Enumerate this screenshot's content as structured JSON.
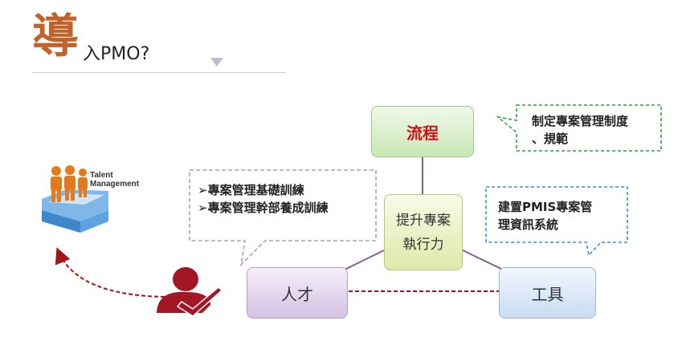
{
  "title": {
    "big_char": "導",
    "rest": "入PMO?"
  },
  "diagram": {
    "process": "流程",
    "center_line1": "提升專案",
    "center_line2": "執行力",
    "people": "人才",
    "tool": "工具"
  },
  "callouts": {
    "process": [
      "制定專案管理制度",
      "、規範"
    ],
    "people": [
      "➢專案管理基礎訓練",
      "➢專案管理幹部養成訓練"
    ],
    "tool": [
      "建置PMIS專案管",
      "理資訊系統"
    ]
  },
  "talent_management": {
    "line1": "Talent",
    "line2": "Management"
  },
  "colors": {
    "title_accent": "#c0622a",
    "process_text": "#d10f16",
    "arrow_red": "#a3141c",
    "connector": "#7f5f90"
  }
}
